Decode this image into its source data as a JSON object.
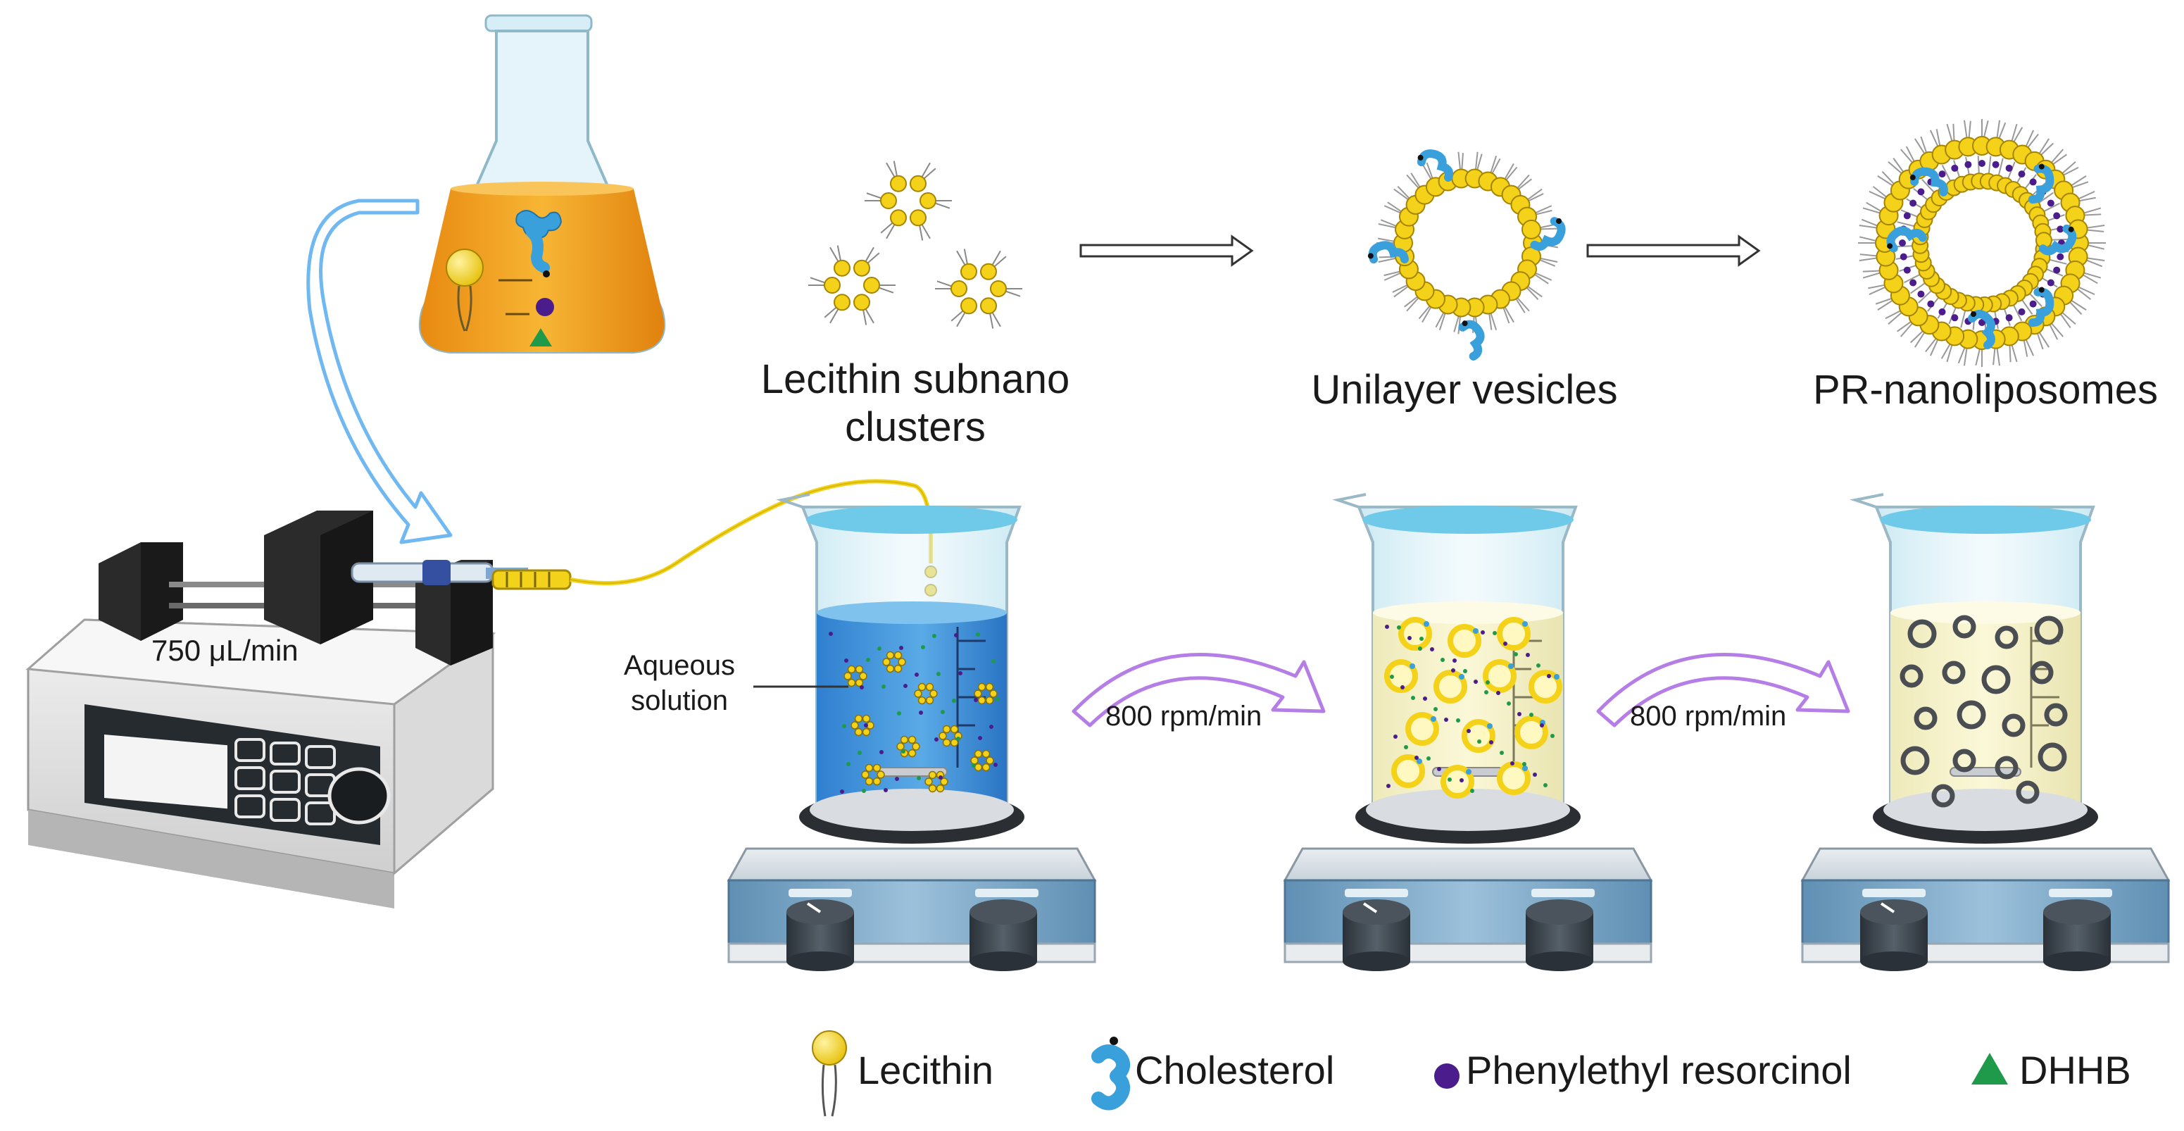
{
  "stages": {
    "clusters": "Lecithin subnano clusters",
    "clusters_line1": "Lecithin subnano",
    "clusters_line2": "clusters",
    "vesicles": "Unilayer vesicles",
    "liposomes": "PR-nanoliposomes"
  },
  "pump": {
    "flow_rate": "750 μL/min"
  },
  "beaker": {
    "solution_label_line1": "Aqueous",
    "solution_label_line2": "solution"
  },
  "stirring": {
    "speed_1": "800 rpm/min",
    "speed_2": "800 rpm/min"
  },
  "legend": {
    "lecithin": "Lecithin",
    "cholesterol": "Cholesterol",
    "phenylethyl_resorcinol": "Phenylethyl resorcinol",
    "dhhb": "DHHB"
  },
  "colors": {
    "lecithin_head": "#f5d21a",
    "cholesterol": "#3aa0dc",
    "phenylethyl_resorcinol": "#4b1d8c",
    "dhhb": "#1f9a4a",
    "solution_orange": "#f2a21e",
    "solution_blue": "#3b8fd6",
    "solution_cream": "#f7f3c8",
    "stir_arrow": "#b57ee6",
    "flow_arrow": "#6fb8f2"
  },
  "icons": [
    "flask-icon",
    "syringe-pump-icon",
    "beaker-icon",
    "magnetic-stirrer-icon",
    "vesicle-icon",
    "liposome-icon"
  ]
}
